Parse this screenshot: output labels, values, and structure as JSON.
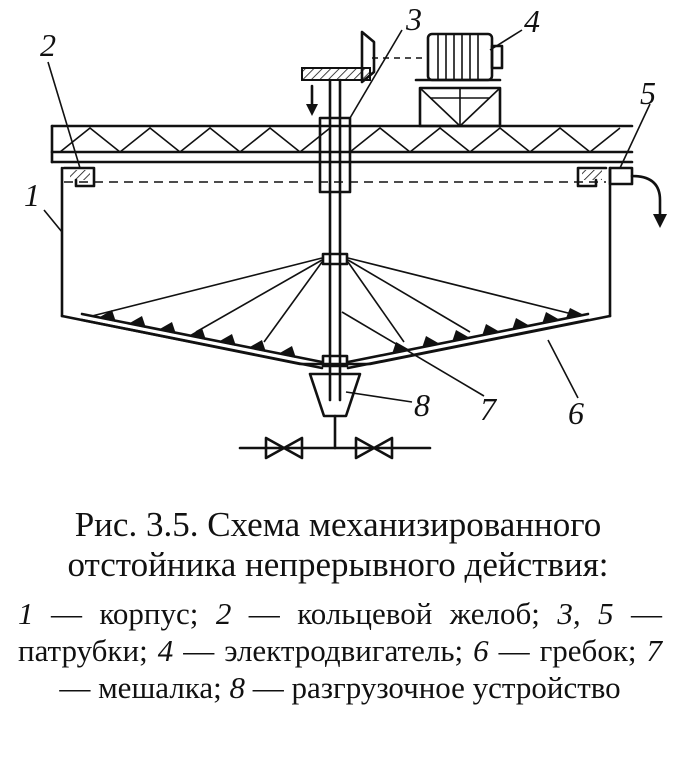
{
  "figure": {
    "labels": [
      {
        "id": "1",
        "text": "1"
      },
      {
        "id": "2",
        "text": "2"
      },
      {
        "id": "3",
        "text": "3"
      },
      {
        "id": "4",
        "text": "4"
      },
      {
        "id": "5",
        "text": "5"
      },
      {
        "id": "6",
        "text": "6"
      },
      {
        "id": "7",
        "text": "7"
      },
      {
        "id": "8",
        "text": "8"
      }
    ]
  },
  "caption": {
    "title": "Рис. 3.5. Схема механизированного отстойника непрерывного действия:",
    "legend": [
      {
        "num": "1",
        "text": " — корпус; "
      },
      {
        "num": "2",
        "text": " — кольцевой желоб; "
      },
      {
        "num": "3, 5",
        "text": " — патрубки; "
      },
      {
        "num": "4",
        "text": " — электродвигатель; "
      },
      {
        "num": "6",
        "text": " — гребок; "
      },
      {
        "num": "7",
        "text": " — мешалка; "
      },
      {
        "num": "8",
        "text": " — разгрузочное устройство"
      }
    ]
  }
}
